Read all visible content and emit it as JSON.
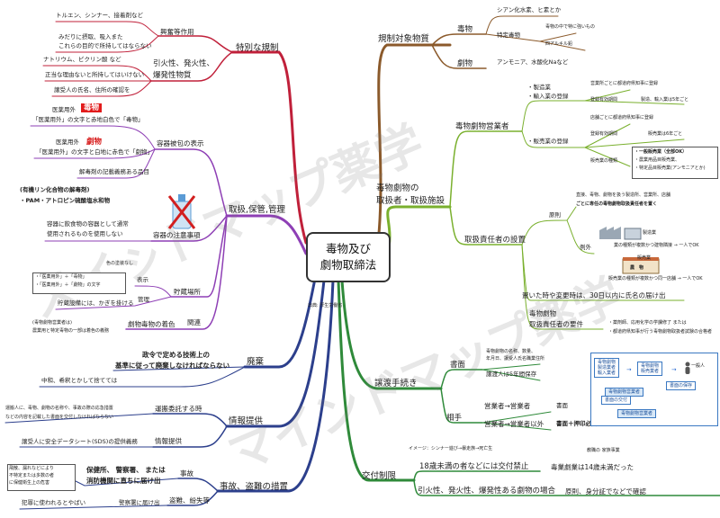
{
  "center": {
    "line1": "毒物及び",
    "line2": "劇物取締法"
  },
  "small_tag": "出典: 厚生労働省",
  "watermark": {
    "text1": "ㄨイㇱドマップ薬学",
    "text2": "マインドマップ薬学"
  },
  "colors": {
    "left_red": "#c0203a",
    "purple": "#8e3fb5",
    "olive": "#8a7a36",
    "navy": "#2c3f8c",
    "brown": "#8b5a2b",
    "green": "#7ab02e",
    "dark_green": "#2f8a3a",
    "teal": "#2a7e8a"
  },
  "left": {
    "special": {
      "title": "特別な規制",
      "stim_title": "興奮等作用",
      "stim_items": [
        "トルエン、シンナー、接着剤など",
        "みだりに摂取、吸入また",
        "これらの目的で所持してはならない"
      ],
      "fire_title": "引火性、発火性、",
      "fire_title2": "爆発性物質",
      "fire_items": [
        "ナトリウム、ピクリン酸 など",
        "正当な理由ないと所持してはいけない",
        "譲受人の氏名、住所の確認を"
      ]
    },
    "storage": {
      "title": "取扱,保管,管理",
      "container_title": "容器被包の表示",
      "poison_line1": "医薬用外",
      "poison_badge": "毒物",
      "poison_line2": "「医薬用外」の文字と赤地白色で「毒物」",
      "deleterious_line1": "医薬用外",
      "deleterious_red": "劇物",
      "deleterious_line2": "「医薬用外」の文字と白地に赤色で「劇物」",
      "antidote": "解毒剤の記載義務ある品目",
      "organo_1": "(有機リン化合物の解毒剤)",
      "organo_2": "・PAM・アトロピン硫酸塩水和物",
      "caution_title": "容器の注意事項",
      "caution_1": "容器に飲食物の容器として通常",
      "caution_2": "使用されるものを使用しない",
      "place_title": "貯蔵場所",
      "label_note": "色の塗装なし",
      "label_1": "・「医薬用外」＋「毒物」",
      "label_2": "・「医薬用外」＋「劇物」の文字",
      "display": "表示",
      "manage": "管理",
      "lock": "貯蔵設備には、かぎを掛ける",
      "related": "関連",
      "color_title": "劇物毒物の着色",
      "color_1": "(毒物劇物営業者は)",
      "color_2": "農業用と特定毒物の一部は着色の義務"
    },
    "disposal": {
      "title": "廃棄",
      "policy_1": "政令で定める技術上の",
      "policy_2": "基準に従って廃棄しなければならない",
      "method": "中和、希釈とかして捨てては"
    },
    "info": {
      "title": "情報提供",
      "transport_title": "運搬委託する時",
      "transport_1": "運搬人に、毒物、劇物の名称や、事故の際の応急措置",
      "transport_2": "などの内容を記載した書面を交付しなければならない",
      "provide_title": "情報提供",
      "sds": "譲受人に安全データシート(SDS)の提供義務"
    },
    "accident": {
      "title": "事故、盗難の措置",
      "accident_title": "事故",
      "note_1": "飛散、漏れなどにより",
      "note_2": "不特定または多数の者",
      "note_3": "に保健衛生上の危害",
      "police_1": "保健所、 警察署、 または",
      "police_2": "消防機関に直ちに届け出",
      "theft_title": "盗難、紛失等",
      "theft_1": "犯罪に使われるとやばい",
      "theft_2": "警察署に届け出"
    }
  },
  "right": {
    "targets": {
      "title": "規制対象物質",
      "poison": "毒物",
      "poison_items": [
        "シアン化水素、ヒ素とか",
        "特定毒物",
        "毒物の中で特に強いもの",
        "四アルキル鉛"
      ],
      "deleterious": "劇物",
      "deleterious_items": [
        "アンモニア、水酸化Naなど"
      ]
    },
    "business": {
      "title_1": "毒物劇物の",
      "title_2": "取扱者・取扱施設",
      "operator": "毒物劇物営業者",
      "maker_1": "・製造業",
      "maker_2": "・輸入業の登録",
      "maker_reg": "営業所ごとに都道府県知事に登録",
      "maker_valid": "登録有効期間",
      "maker_valid_v": "製造、輸入業は5年ごと",
      "seller": "・販売業の登録",
      "seller_reg": "店舗ごとに都道府県知事に登録",
      "seller_valid": "登録有効期間",
      "seller_valid_v": "販売業は6年ごと",
      "seller_types": "販売業の種類",
      "types_1": "・一般販売業（全部OK）",
      "types_2": "・農業用品目販売業、",
      "types_3": "・特定品目販売業(アンモニアとか)",
      "manager": "取扱責任者の設置",
      "principle": "原則",
      "principle_1": "直接、毒物、劇物を扱う製造所、営業所、店舗",
      "principle_2": "ごとに専任の毒物劇物取扱責任者を置く",
      "example": "例外",
      "shop_tag": "製造業",
      "shop_tag2": "販売業",
      "shop_sign": "農　物",
      "ex_1": "業の種類が複数かつ建物隣接 → 一人でOK",
      "ex_2": "販売業の種類が複数かつ同一店舗 → 一人でOK",
      "notify": "置いた時や変更時は、30日以内に氏名の届け出",
      "req_1": "毒物劇物",
      "req_2": "取扱責任者の要件",
      "req_items": [
        "・薬剤師、応用化学の学課修了 または",
        "・都道府県知事が行う毒物劇物取扱者試験の合格者"
      ]
    },
    "transfer": {
      "title": "譲渡手続き",
      "doc": "書面",
      "doc_note_1": "毒物劇物の名称、数量、",
      "doc_note_2": "年月日、譲受人氏名職業住所",
      "keep": "譲渡人は5年間保存",
      "partner": "相手",
      "p1": "営業者→営業者",
      "p1_v": "書面",
      "p2": "営業者→営業者以外",
      "p2_v": "書面＋押印必要",
      "flow_1": "毒物劇物",
      "flow_2": "製造業者",
      "flow_3": "輸入業者",
      "flow_4": "毒物劇物",
      "flow_5": "販売業者",
      "flow_6": "一般人",
      "flow_keep1": "毒物劇物営業者",
      "flow_keep2": "書面の保存",
      "flow_keep3": "書面の交付",
      "flow_keep4": "毒物劇物営業者"
    },
    "restriction": {
      "title": "交付制限",
      "note_small": "イメージ：シンナー遊び→暴走族→死亡生",
      "under18": "18歳未満の者などには交付禁止",
      "age_note": "教職の 家族事業",
      "age_rule": "毒業劇業は14歳未満だった",
      "fire": "引火性、発火性、爆発性ある劇物の場合",
      "fire_v": "原則、身分証でなどで確認"
    }
  }
}
